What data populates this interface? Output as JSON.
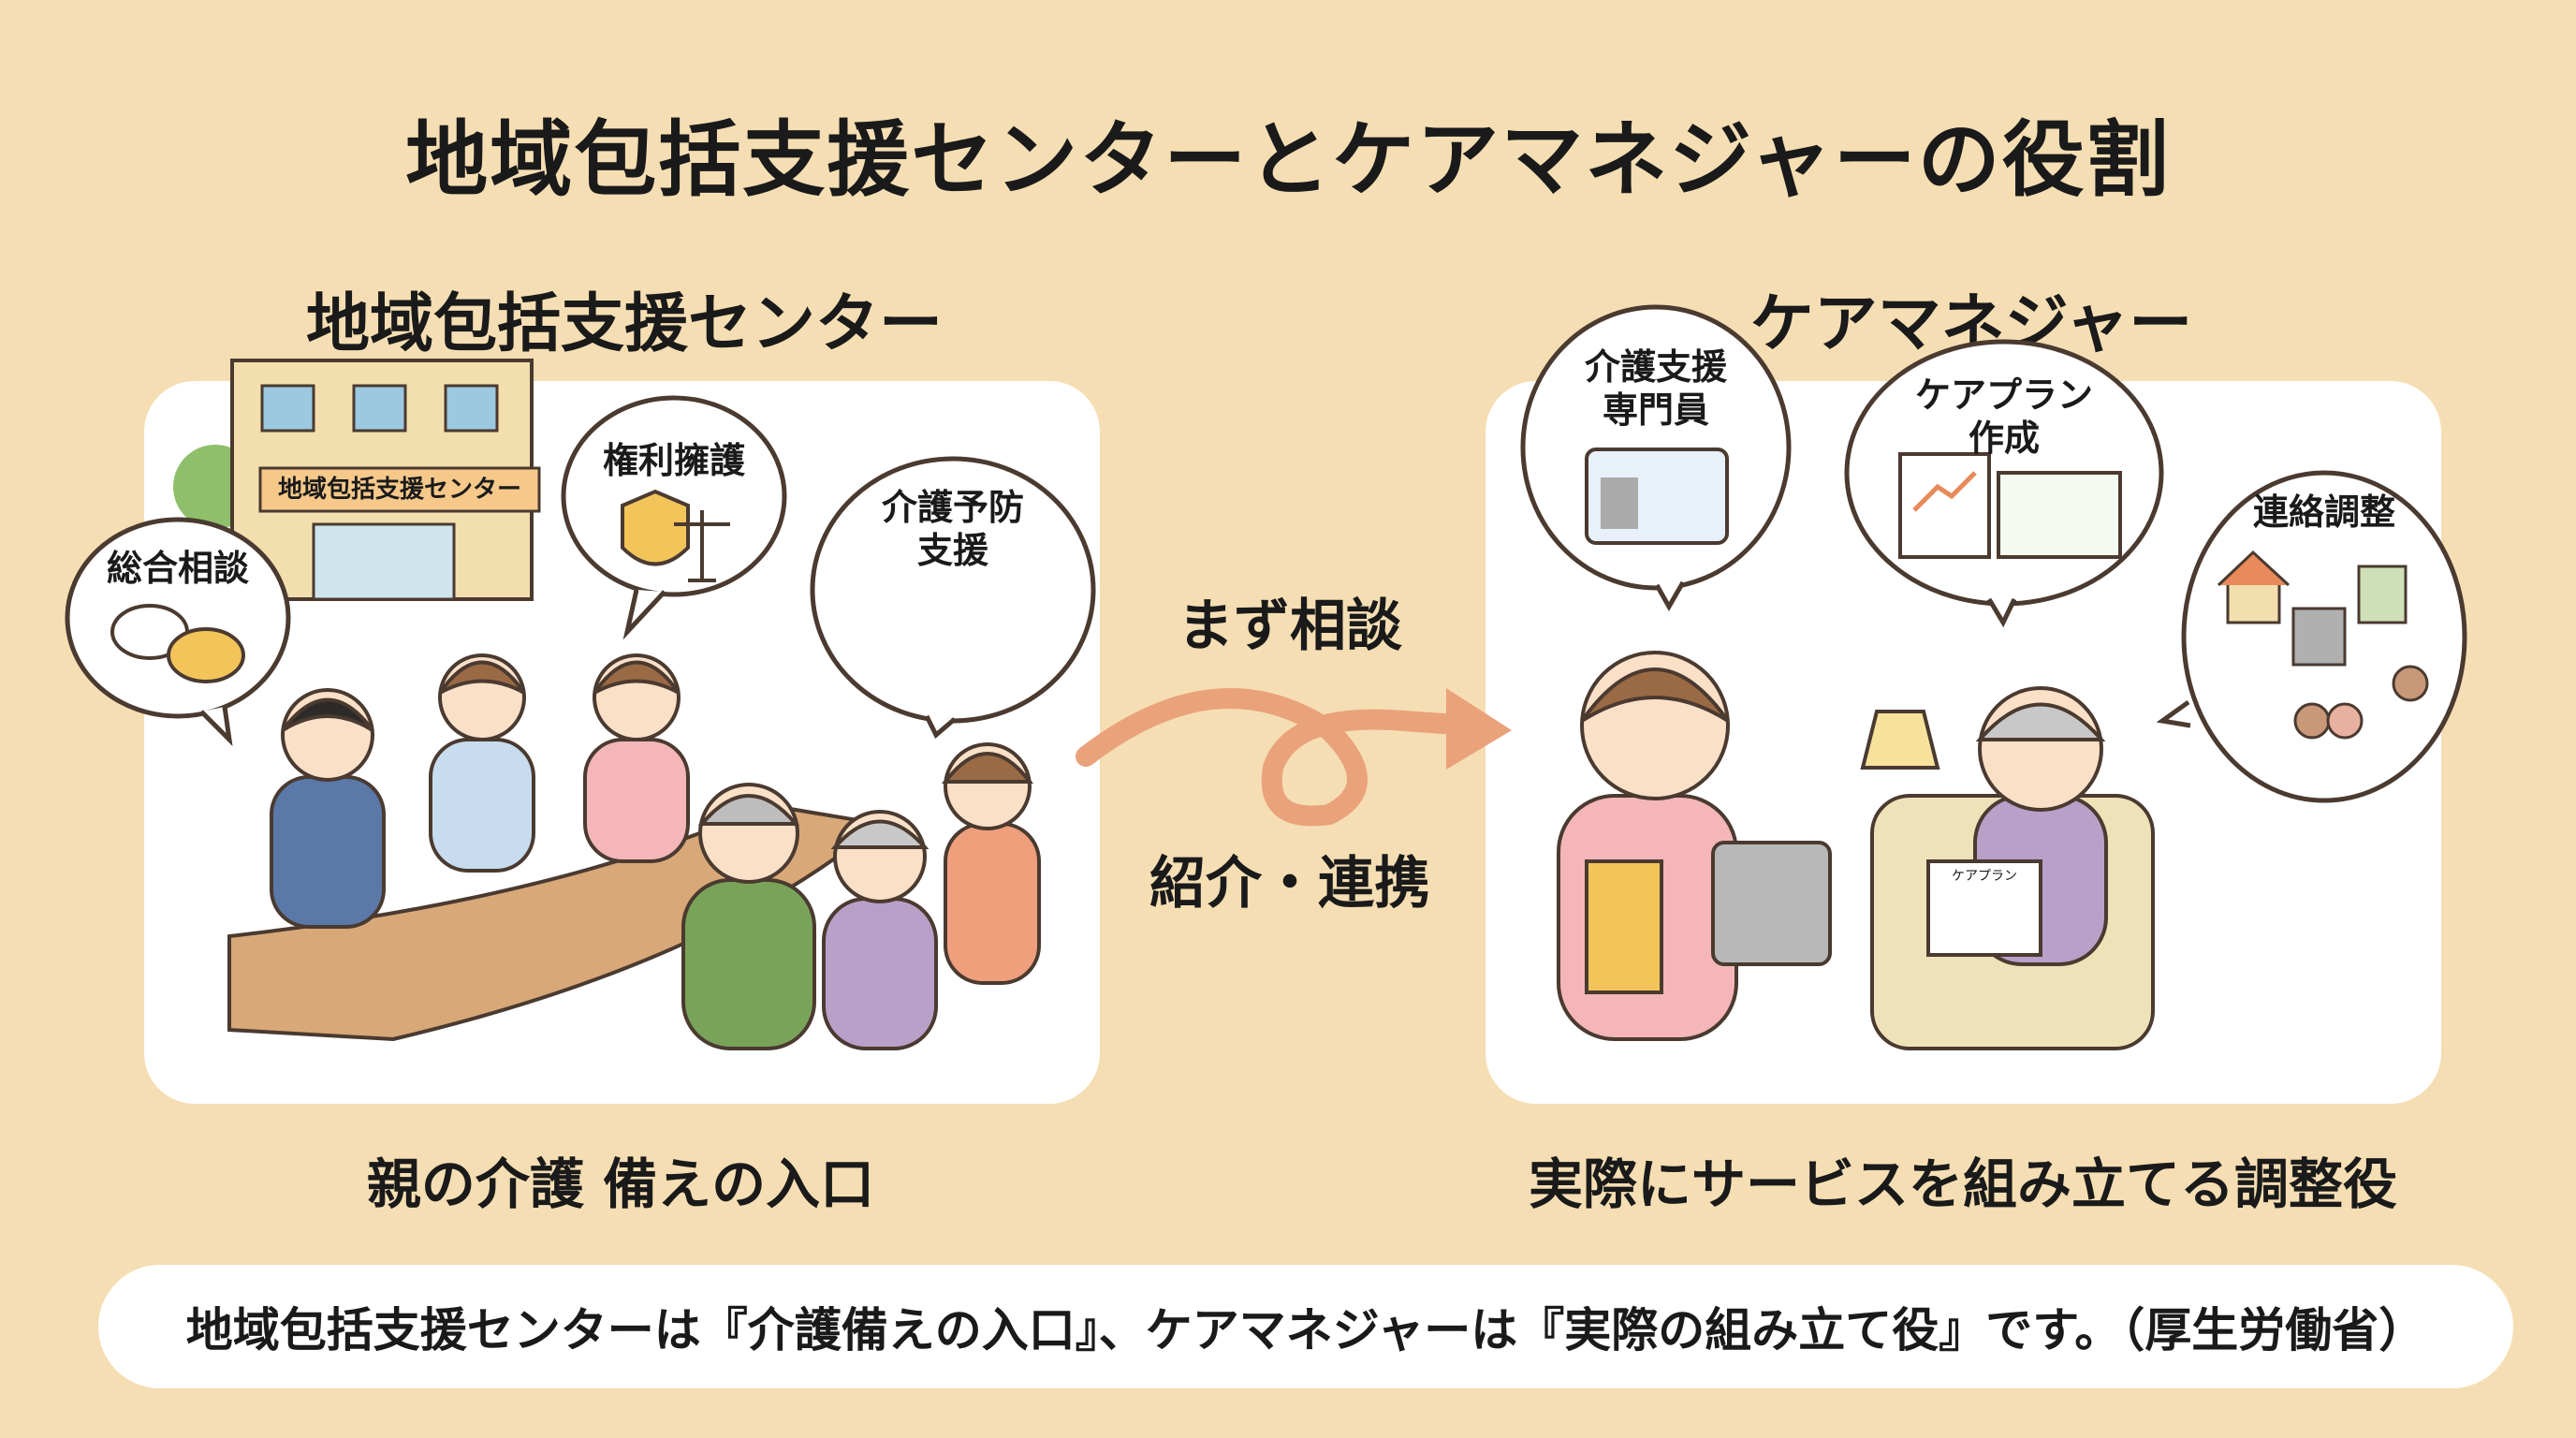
{
  "title": "地域包括支援センターとケアマネジャーの役割",
  "left": {
    "heading": "地域包括支援センター",
    "building_sign": "地域包括支援センター",
    "bubbles": [
      "総合相談",
      "権利擁護",
      "介護予防\n支援"
    ],
    "caption": "親の介護 備えの入口"
  },
  "middle": {
    "top_label": "まず相談",
    "bottom_label": "紹介・連携",
    "arrow_color": "#eaa27a"
  },
  "right": {
    "heading": "ケアマネジャー",
    "bubbles": [
      "介護支援\n専門員",
      "ケアプラン\n作成",
      "連絡調整"
    ],
    "booklet_label": "ケアプラン",
    "caption": "実際にサービスを組み立てる調整役"
  },
  "footer": {
    "text": "地域包括支援センターは『介護備えの入口』、ケアマネジャーは『実際の組み立て役』です。（厚生労働省）"
  },
  "colors": {
    "background": "#f5deb3",
    "panel": "#ffffff",
    "outline": "#4a3a30"
  }
}
